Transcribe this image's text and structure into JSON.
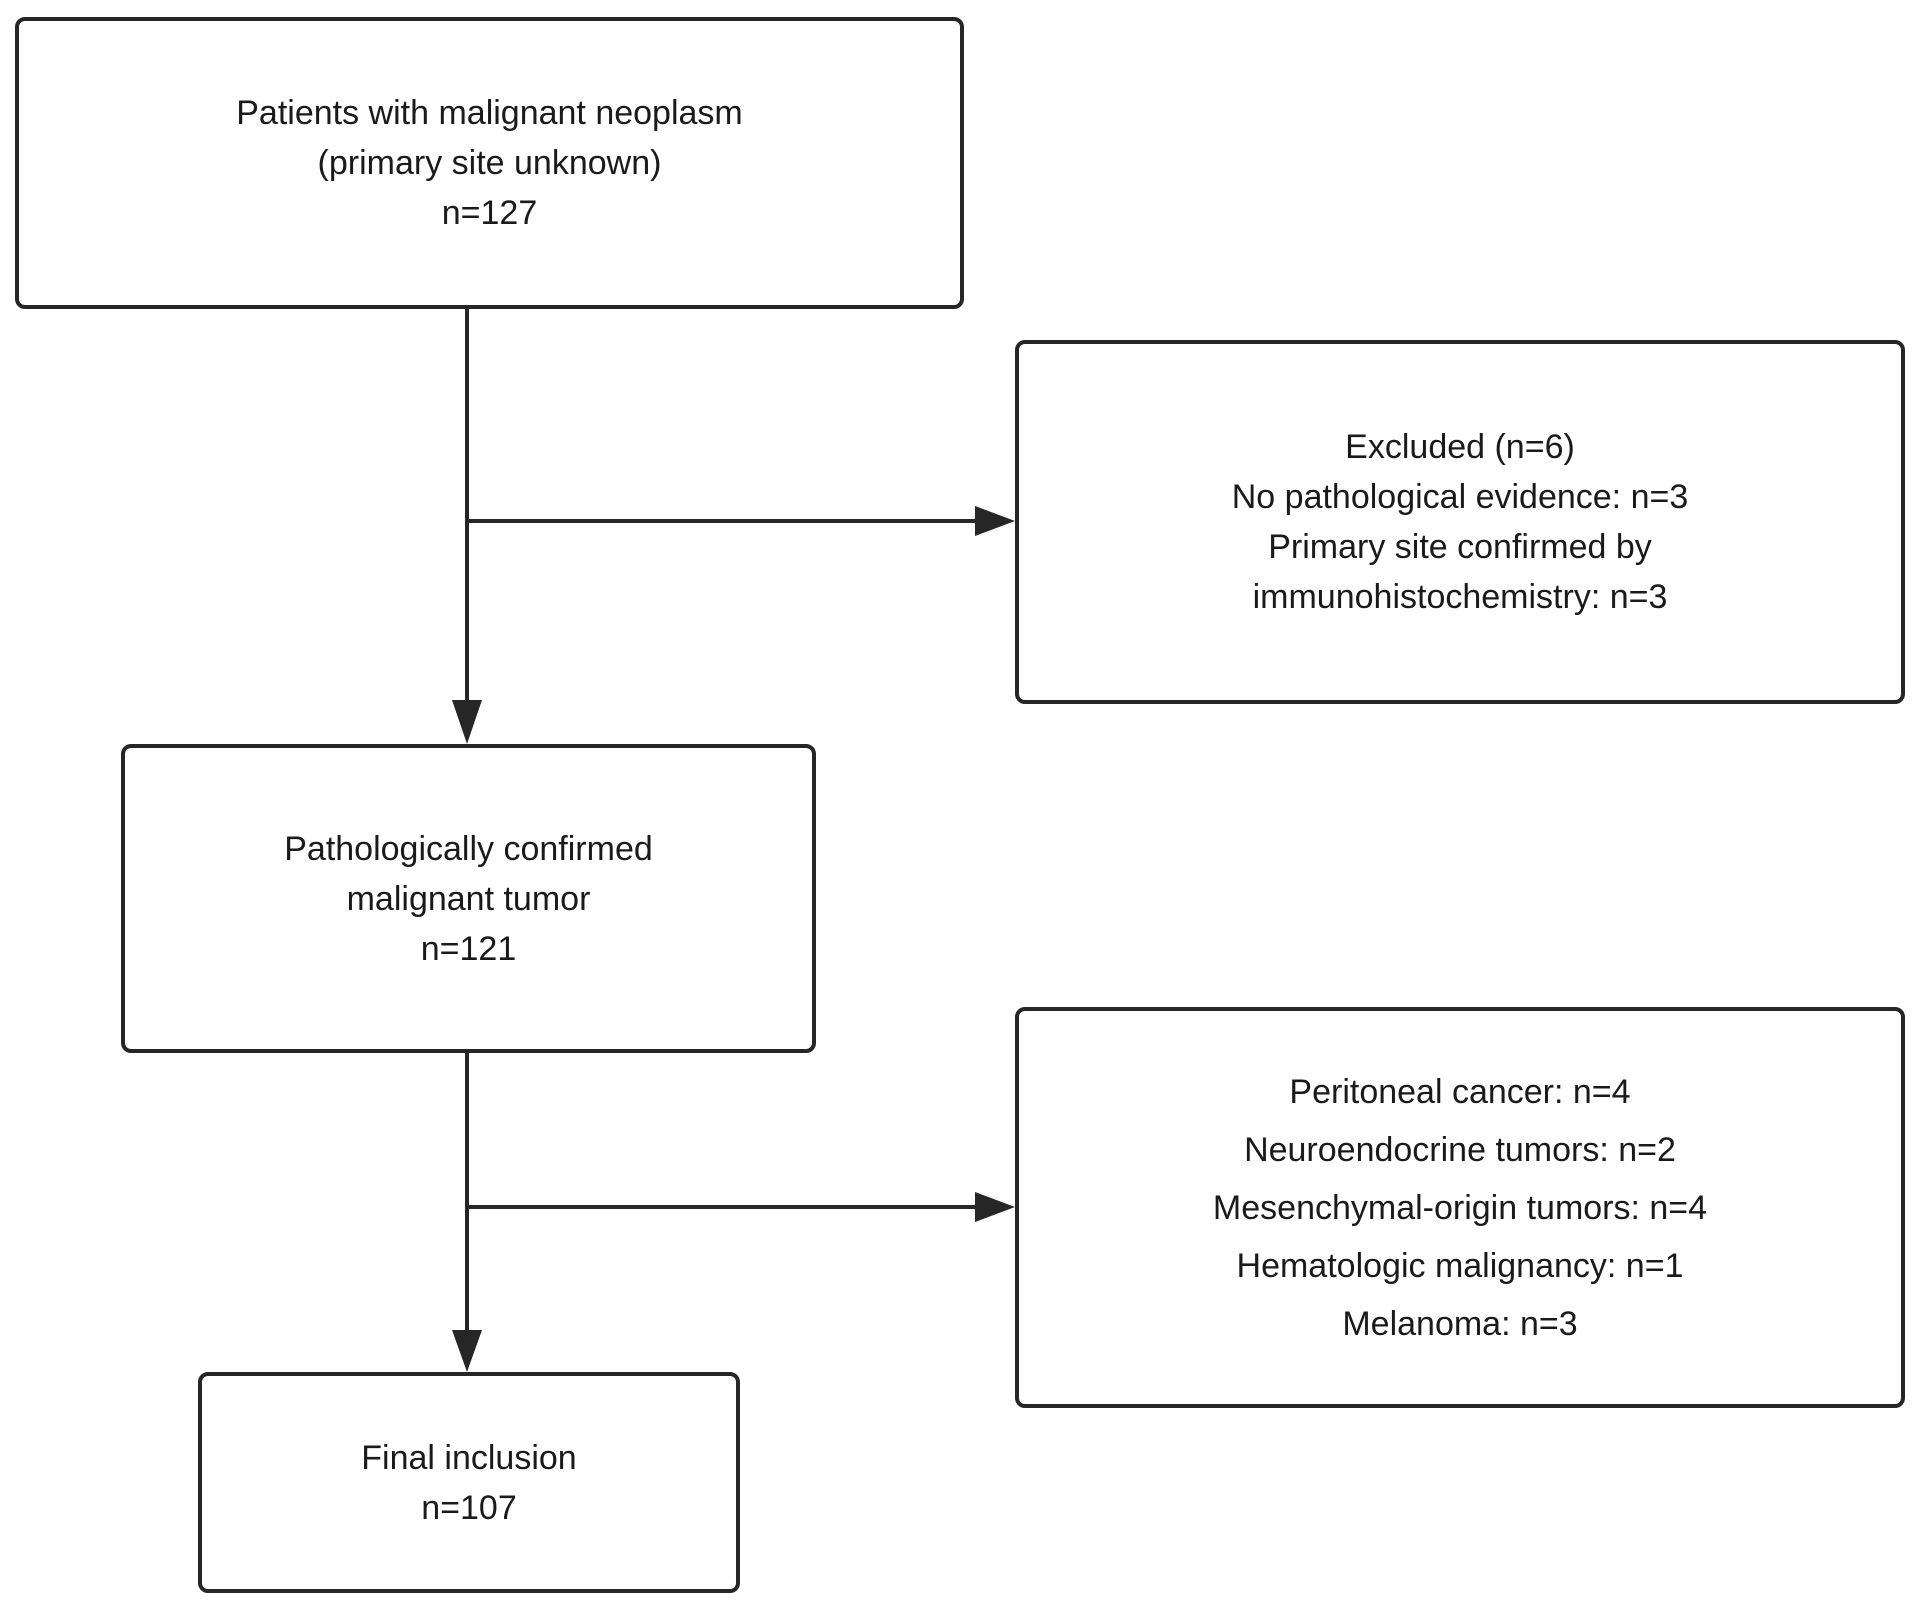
{
  "boxes": {
    "start": {
      "lines": [
        "Patients with malignant neoplasm",
        "(primary site unknown)",
        "n=127"
      ]
    },
    "excluded": {
      "lines": [
        "Excluded (n=6)",
        "No pathological evidence: n=3",
        "Primary site confirmed by",
        "immunohistochemistry: n=3"
      ]
    },
    "confirmed": {
      "lines": [
        "Pathologically confirmed",
        "malignant tumor",
        "n=121"
      ]
    },
    "subtypes": {
      "lines": [
        "Peritoneal cancer: n=4",
        "Neuroendocrine tumors: n=2",
        "Mesenchymal-origin tumors: n=4",
        "Hematologic malignancy: n=1",
        "Melanoma: n=3"
      ]
    },
    "final": {
      "lines": [
        "Final inclusion",
        "n=107"
      ]
    }
  },
  "colors": {
    "stroke": "#262626",
    "text": "#1a1a1a",
    "background": "#ffffff"
  }
}
